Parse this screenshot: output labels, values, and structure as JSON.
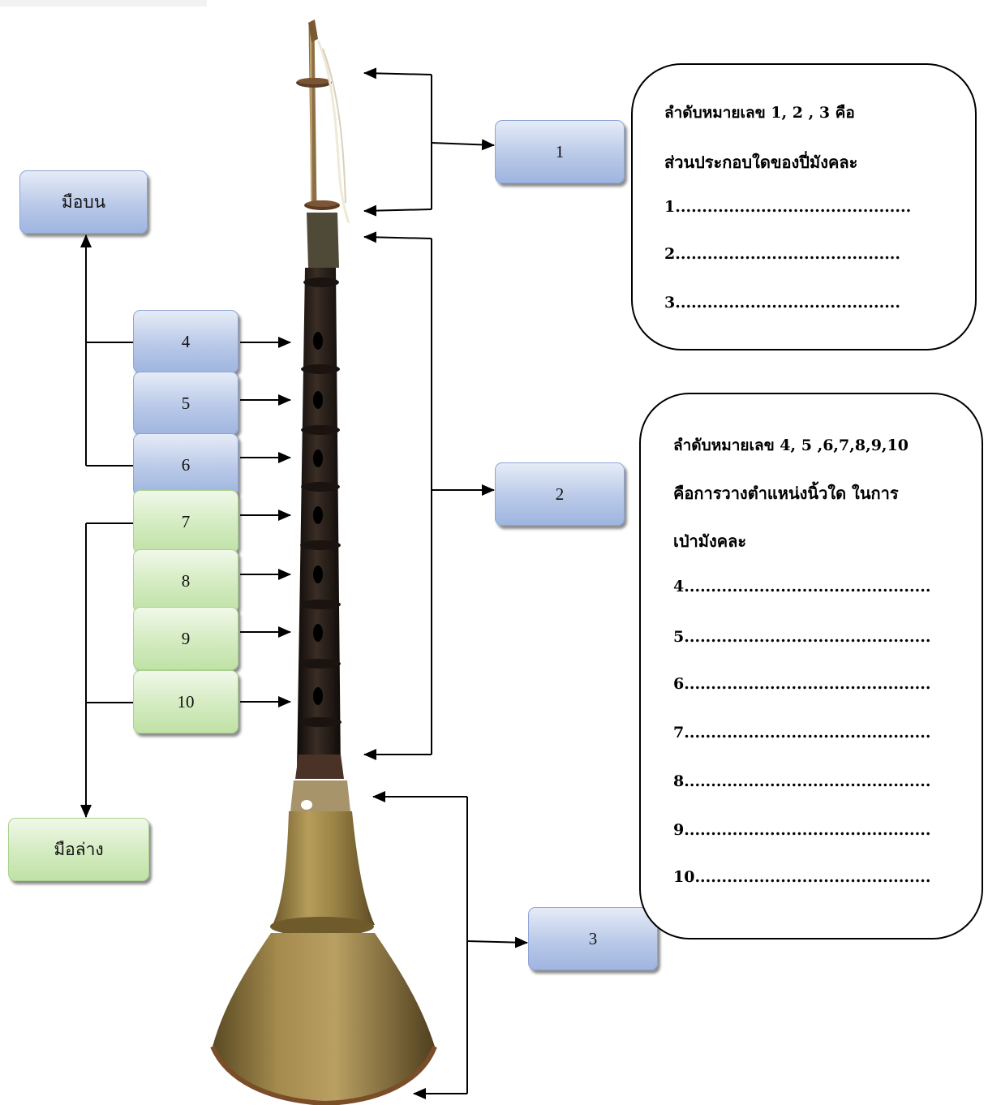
{
  "labels": {
    "part1": "1",
    "part2": "2",
    "part3": "3",
    "upper_hand": "มือบน",
    "lower_hand": "มือล่าง",
    "hole4": "4",
    "hole5": "5",
    "hole6": "6",
    "hole7": "7",
    "hole8": "8",
    "hole9": "9",
    "hole10": "10"
  },
  "question1": {
    "line1": "ลำดับหมายเลข 1, 2 , 3  คือ",
    "line2": "ส่วนประกอบใดของปี่มังคละ",
    "blank1": "1............................................",
    "blank2": "2..........................................",
    "blank3": "3.........................................."
  },
  "question2": {
    "line1": "ลำดับหมายเลข 4, 5 ,6,7,8,9,10",
    "line2": "คือการวางตำแหน่งนิ้วใด  ในการ",
    "line3": "เป่ามังคละ",
    "blank4": "4..............................................",
    "blank5": "5..............................................",
    "blank6": "6..............................................",
    "blank7": "7..............................................",
    "blank8": "8..............................................",
    "blank9": "9..............................................",
    "blank10": "10............................................"
  },
  "colors": {
    "blue_box": "#b9c9e8",
    "green_box": "#d3ebc0",
    "wood": "#2a1f1a",
    "brass": "#a8904e"
  }
}
